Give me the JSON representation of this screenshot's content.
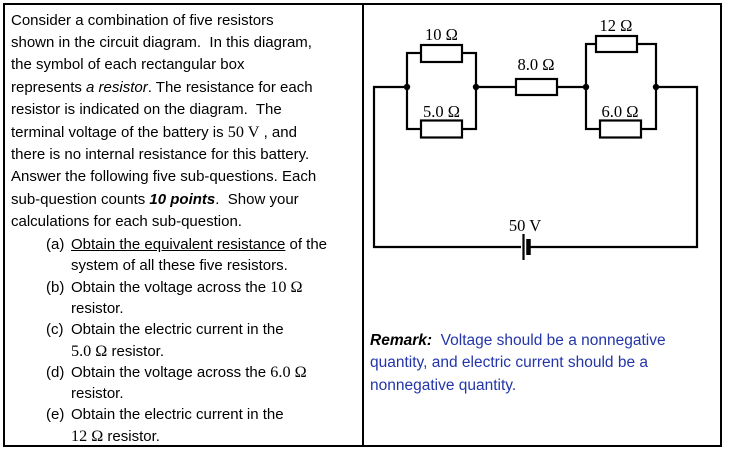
{
  "problem": {
    "p1": "Consider a combination of five resistors\nshown in the circuit diagram.  In this diagram,\nthe symbol of each rectangular box\nrepresents ",
    "p2_italic": "a resistor",
    "p3": ". The resistance for each\nresistor is indicated on the diagram.  The\nterminal voltage of the battery is ",
    "p4_serif": "50 V",
    "p5": " , and\nthere is no internal resistance for this battery.\nAnswer the following five sub-questions. Each\nsub-question counts ",
    "p6_bold_italic": "10 points",
    "p7": ".  Show your\ncalculations for each sub-question."
  },
  "subquestions": [
    {
      "label": "(a)",
      "pre": "",
      "underline": "Obtain the equivalent resistance",
      "serif": "",
      "post": " of the\nsystem of all these five resistors."
    },
    {
      "label": "(b)",
      "pre": "Obtain the voltage across the ",
      "underline": "",
      "serif": "10 Ω",
      "post": "\nresistor."
    },
    {
      "label": "(c)",
      "pre": "Obtain the electric current in the\n",
      "underline": "",
      "serif": "5.0 Ω",
      "post": " resistor."
    },
    {
      "label": "(d)",
      "pre": "Obtain the voltage across the ",
      "underline": "",
      "serif": "6.0 Ω",
      "post": "\nresistor."
    },
    {
      "label": "(e)",
      "pre": "Obtain the electric current in the\n",
      "underline": "",
      "serif": "12 Ω",
      "post": " resistor."
    }
  ],
  "circuit": {
    "battery_label": "50 V",
    "resistors": [
      {
        "id": "r10",
        "label": "10 Ω",
        "position": "left-parallel-top"
      },
      {
        "id": "r5",
        "label": "5.0 Ω",
        "position": "left-parallel-bottom"
      },
      {
        "id": "r8",
        "label": "8.0 Ω",
        "position": "middle-series"
      },
      {
        "id": "r12",
        "label": "12 Ω",
        "position": "right-parallel-top"
      },
      {
        "id": "r6",
        "label": "6.0 Ω",
        "position": "right-parallel-bottom"
      }
    ]
  },
  "remark": {
    "label": "Remark:",
    "text": "  Voltage should be a nonnegative\nquantity, and electric current should be a\nnonnegative quantity.",
    "color": "#2335a8"
  },
  "colors": {
    "border": "#000000",
    "wire": "#000000",
    "text": "#000000",
    "remark_blue": "#2335a8",
    "background": "#ffffff"
  }
}
